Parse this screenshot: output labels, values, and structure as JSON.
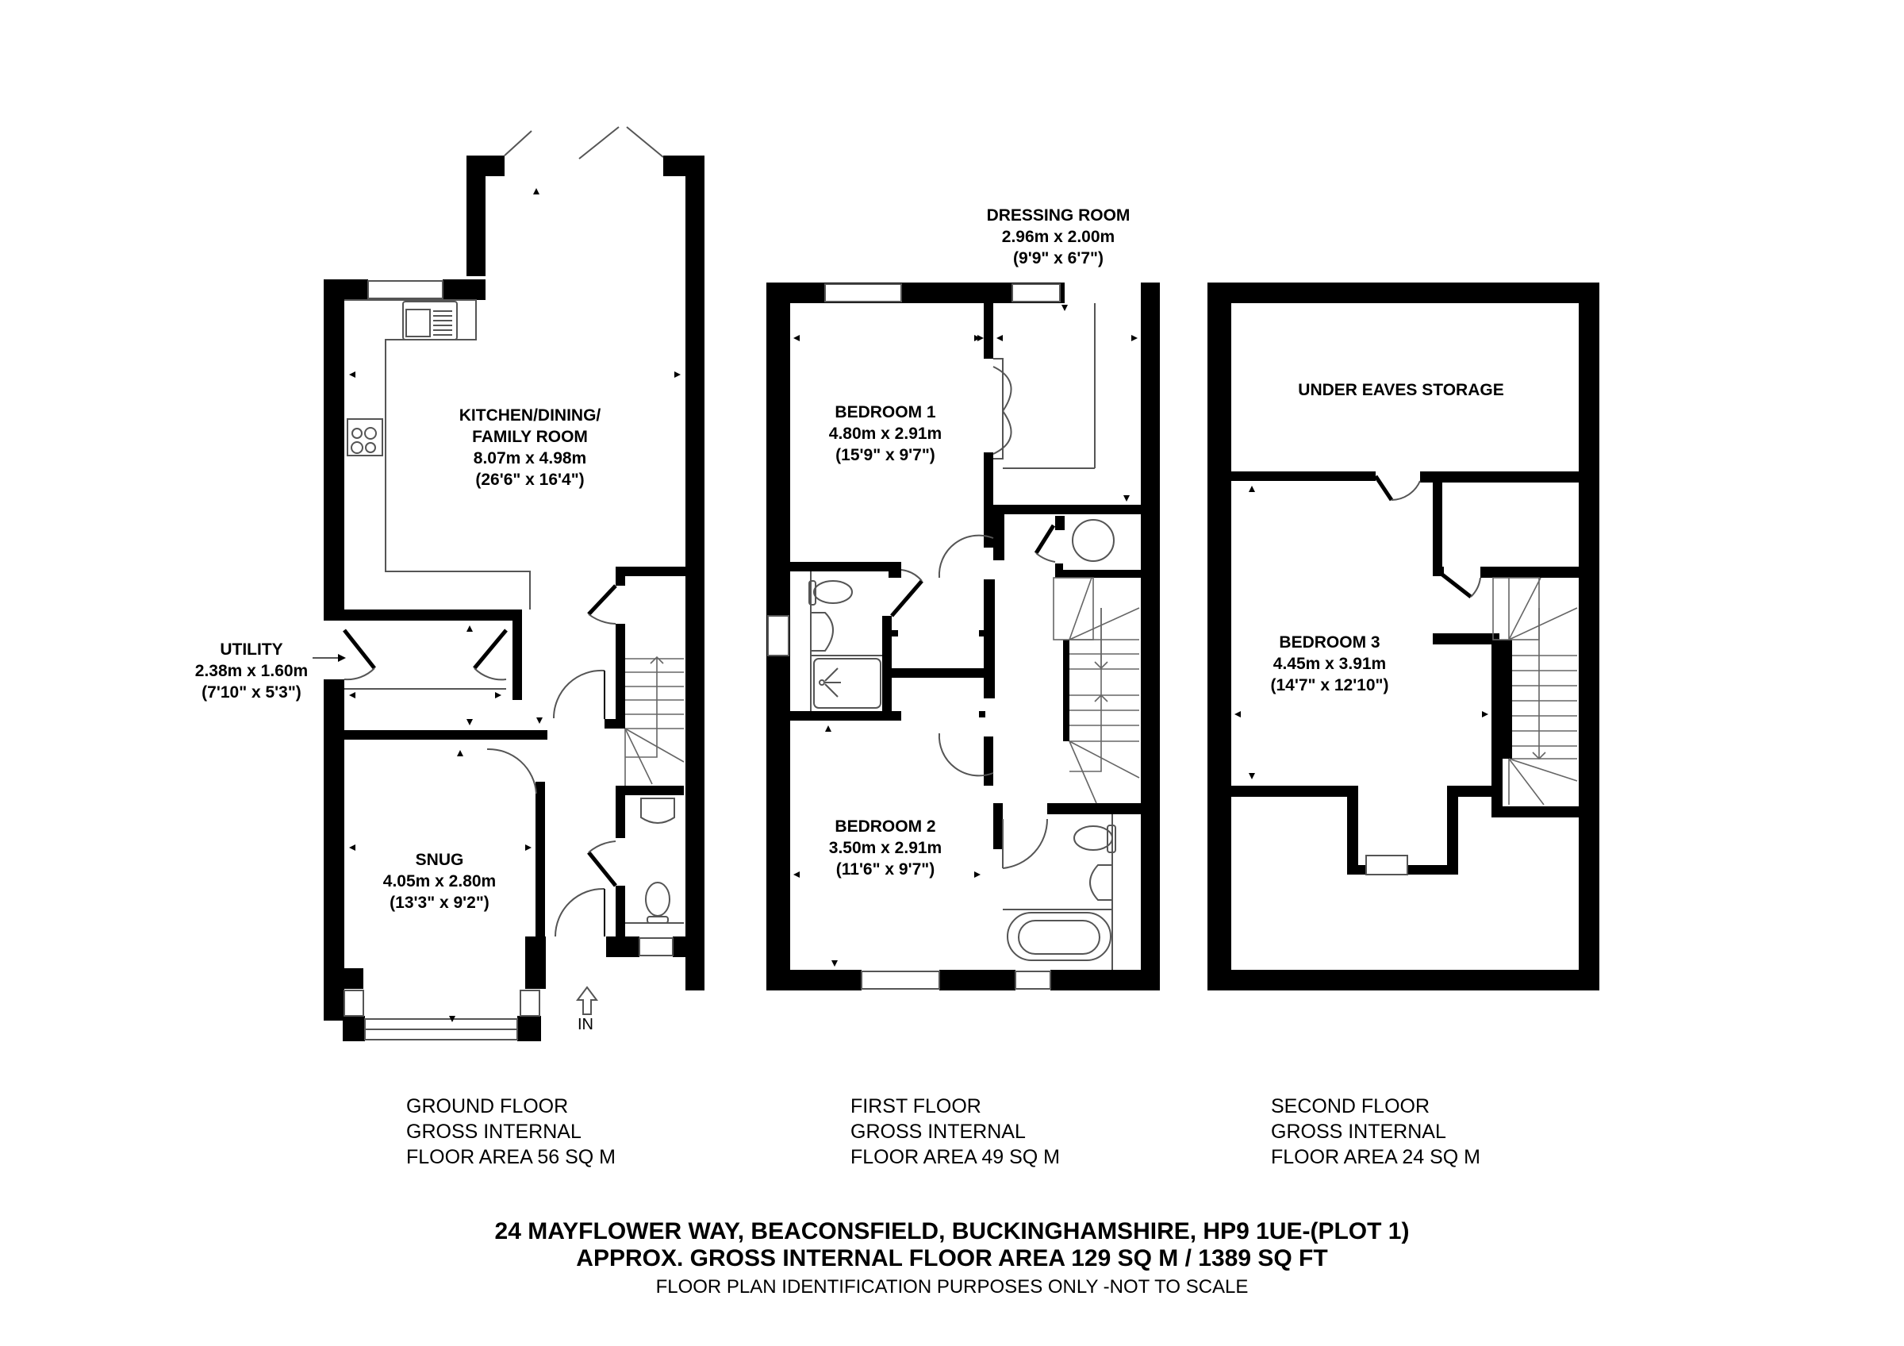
{
  "rooms": {
    "kitchen": {
      "name_line1": "KITCHEN/DINING/",
      "name_line2": "FAMILY ROOM",
      "metric": "8.07m x 4.98m",
      "imperial": "(26'6\" x 16'4\")"
    },
    "utility": {
      "name": "UTILITY",
      "metric": "2.38m x 1.60m",
      "imperial": "(7'10\" x 5'3\")"
    },
    "snug": {
      "name": "SNUG",
      "metric": "4.05m x 2.80m",
      "imperial": "(13'3\" x 9'2\")"
    },
    "dressing_room": {
      "name": "DRESSING ROOM",
      "metric": "2.96m x 2.00m",
      "imperial": "(9'9\" x 6'7\")"
    },
    "bedroom1": {
      "name": "BEDROOM 1",
      "metric": "4.80m x 2.91m",
      "imperial": "(15'9\" x 9'7\")"
    },
    "bedroom2": {
      "name": "BEDROOM 2",
      "metric": "3.50m x 2.91m",
      "imperial": "(11'6\" x 9'7\")"
    },
    "under_eaves": {
      "name": "UNDER EAVES STORAGE"
    },
    "bedroom3": {
      "name": "BEDROOM 3",
      "metric": "4.45m x 3.91m",
      "imperial": "(14'7\" x 12'10\")"
    }
  },
  "entrance": {
    "label": "IN"
  },
  "floors": [
    {
      "name": "GROUND FLOOR",
      "line2": "GROSS INTERNAL",
      "area": "FLOOR AREA 56 SQ M"
    },
    {
      "name": "FIRST FLOOR",
      "line2": "GROSS INTERNAL",
      "area": "FLOOR AREA 49 SQ M"
    },
    {
      "name": "SECOND FLOOR",
      "line2": "GROSS INTERNAL",
      "area": "FLOOR AREA 24 SQ M"
    }
  ],
  "footer": {
    "address": "24 MAYFLOWER WAY, BEACONSFIELD, BUCKINGHAMSHIRE, HP9 1UE-(PLOT 1)",
    "total_area": "APPROX. GROSS INTERNAL FLOOR AREA 129 SQ M / 1389 SQ FT",
    "disclaimer": "FLOOR PLAN IDENTIFICATION PURPOSES ONLY -NOT TO SCALE"
  }
}
